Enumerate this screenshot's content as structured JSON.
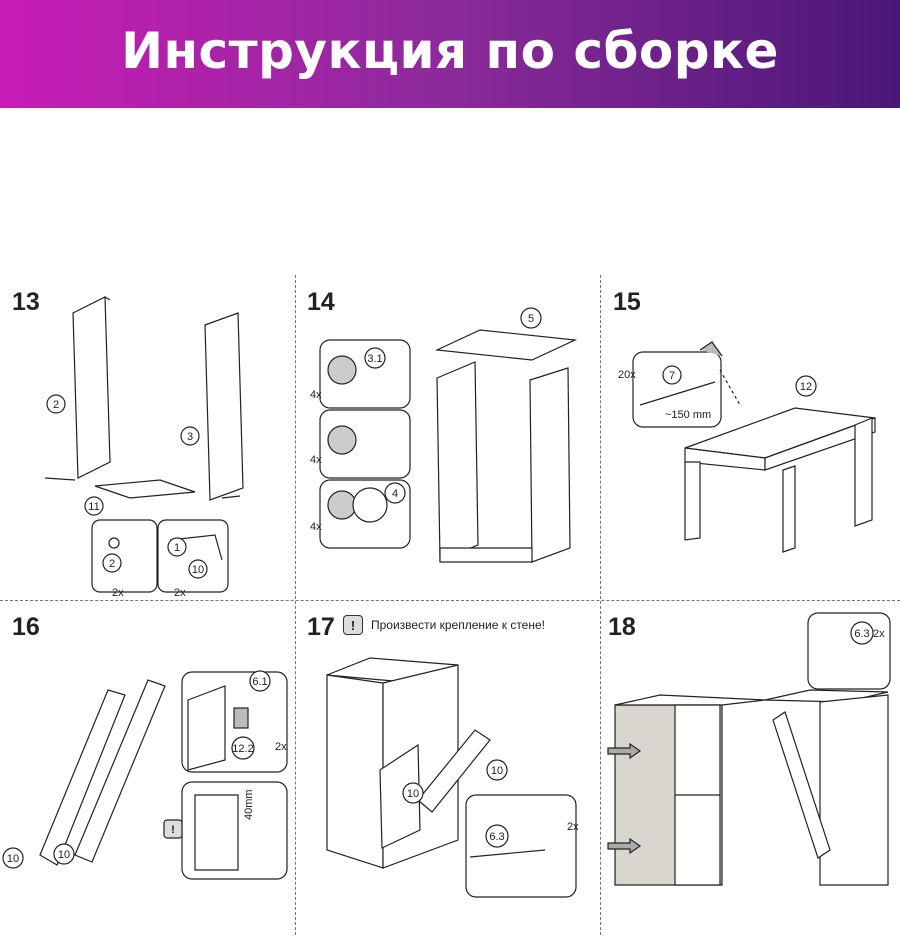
{
  "header": {
    "title": "Инструкция по сборке",
    "gradient": [
      "#c81cb6",
      "#4a1776"
    ]
  },
  "steps": [
    {
      "number": "13",
      "part_labels": [
        "2",
        "3",
        "11",
        "2",
        "1",
        "10"
      ],
      "counts": [
        "2x",
        "2x"
      ]
    },
    {
      "number": "14",
      "part_labels": [
        "5",
        "3.1",
        "4"
      ],
      "counts": [
        "4x",
        "4x",
        "4x"
      ]
    },
    {
      "number": "15",
      "part_labels": [
        "7",
        "12"
      ],
      "counts": [
        "20x"
      ],
      "dimension": "~150 mm"
    },
    {
      "number": "16",
      "part_labels": [
        "6.1",
        "12.2",
        "10",
        "10"
      ],
      "counts": [
        "2x"
      ],
      "dimension": "40mm"
    },
    {
      "number": "17",
      "note": "Произвести крепление к стене!",
      "part_labels": [
        "10",
        "10",
        "6.3"
      ],
      "counts": [
        "2x"
      ]
    },
    {
      "number": "18",
      "part_labels": [
        "6.3"
      ],
      "counts": [
        "2x"
      ]
    }
  ]
}
